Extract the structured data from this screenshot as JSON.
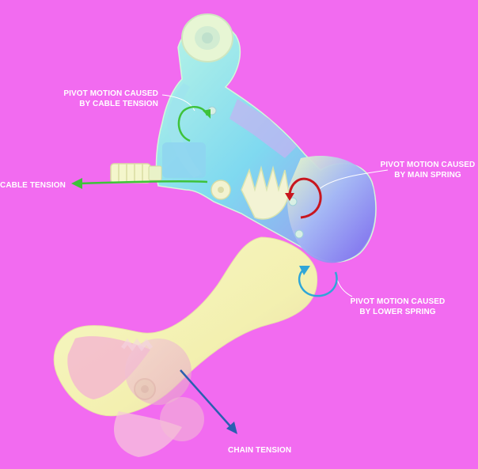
{
  "labels": {
    "cable_pivot": {
      "line1": "PIVOT MOTION CAUSED",
      "line2": "BY CABLE TENSION"
    },
    "main_spring_pivot": {
      "line1": "PIVOT MOTION CAUSED",
      "line2": "BY MAIN SPRING"
    },
    "lower_spring_pivot": {
      "line1": "PIVOT MOTION CAUSED",
      "line2": "BY LOWER SPRING"
    },
    "cable_tension": "CABLE TENSION",
    "chain_tension": "CHAIN TENSION"
  },
  "colors": {
    "background": "#f26bf0",
    "cable_tension_arrow": "#3ec23a",
    "main_spring_arrow": "#c8161e",
    "lower_spring_arrow": "#2fa6d8",
    "chain_tension_arrow": "#2a5fb0",
    "label_text": "#ffffff"
  }
}
